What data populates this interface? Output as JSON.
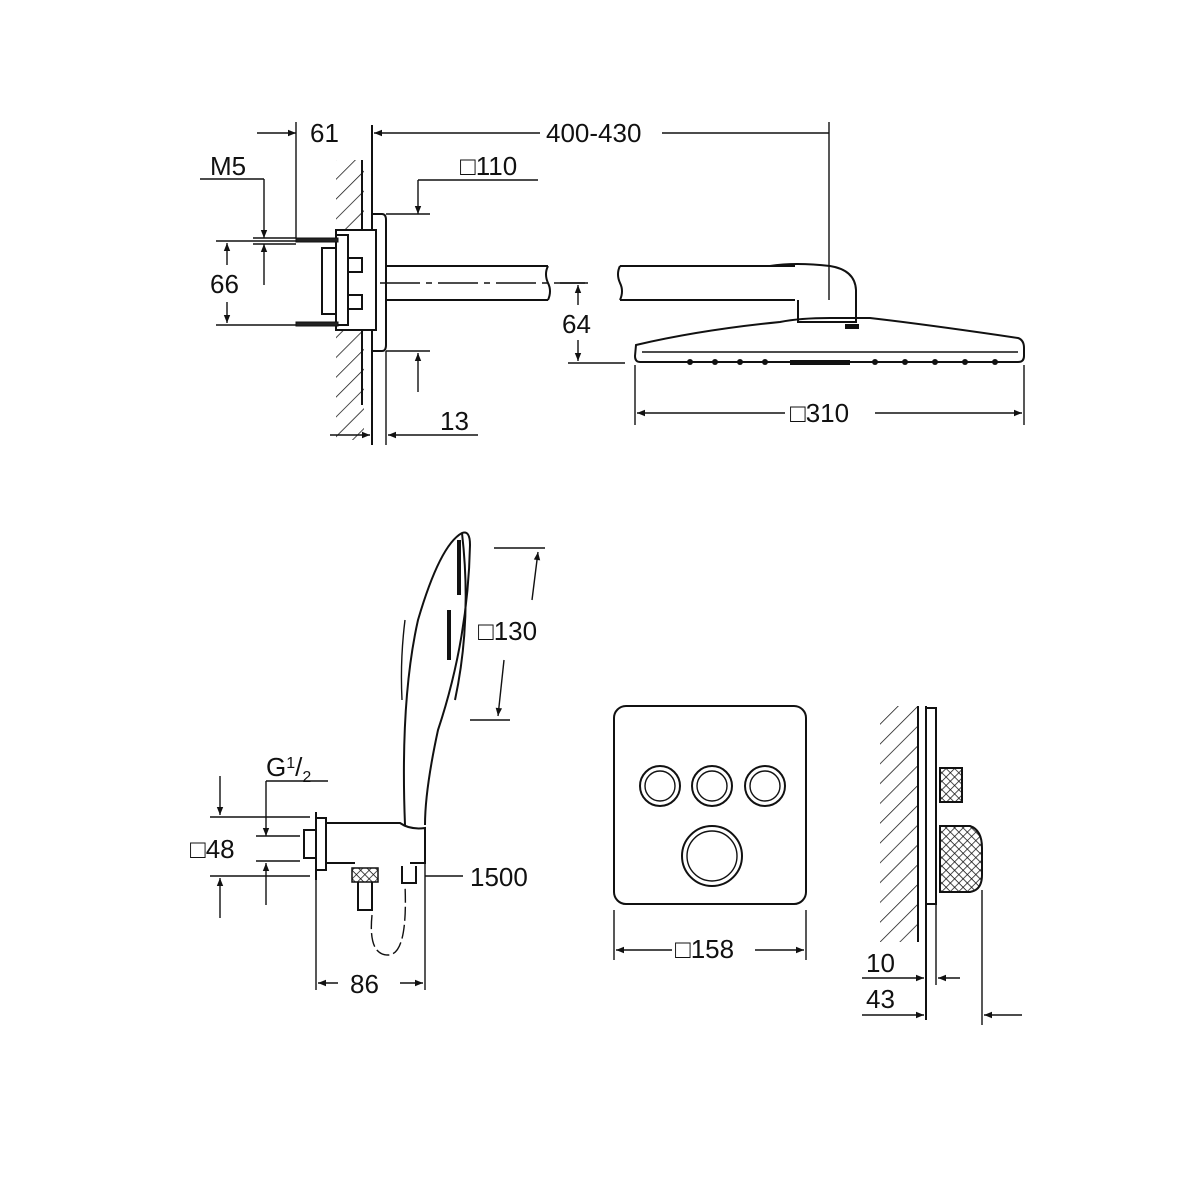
{
  "drawing": {
    "type": "dimensioned technical drawing",
    "head_shower": {
      "wall_to_flange": "61",
      "arm_length": "400-430",
      "thread": "M5",
      "flange_size": "□110",
      "bolt_spacing": "66",
      "head_drop": "64",
      "flange_depth": "13",
      "head_size": "□310"
    },
    "hand_shower": {
      "head_size": "□130",
      "thread_letter": "G",
      "thread_num": "1",
      "thread_den": "2",
      "outlet_size": "□48",
      "hose_length": "1500",
      "holder_depth": "86"
    },
    "control_panel": {
      "plate_size": "□158",
      "plate_projection": "10",
      "knob_projection": "43"
    }
  }
}
